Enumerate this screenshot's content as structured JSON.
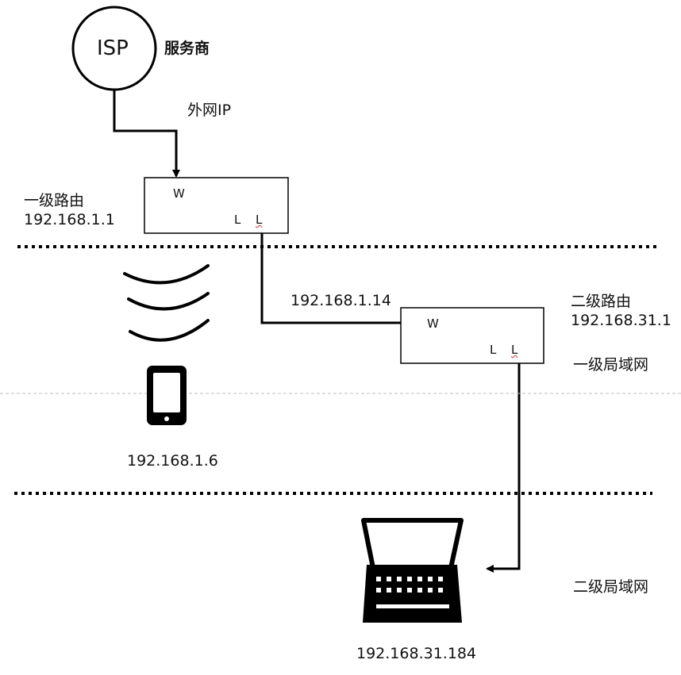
{
  "isp": {
    "circle_text": "ISP",
    "label": "服务商"
  },
  "wan_label": "外网IP",
  "router1": {
    "title": "一级路由",
    "ip": "192.168.1.1",
    "port_w": "W",
    "port_l1": "L",
    "port_l2": "L"
  },
  "router2": {
    "title": "二级路由",
    "ip": "192.168.31.1",
    "wan_ip": "192.168.1.14",
    "port_w": "W",
    "port_l1": "L",
    "port_l2": "L"
  },
  "lan1_label": "一级局域网",
  "phone_ip": "192.168.1.6",
  "lan2_label": "二级局域网",
  "laptop_ip": "192.168.31.184",
  "colors": {
    "line": "#000000",
    "divider_light": "#bfbfbf"
  },
  "icons": [
    "phone-icon",
    "laptop-icon",
    "wifi-signal-icon",
    "arrow-icon"
  ]
}
